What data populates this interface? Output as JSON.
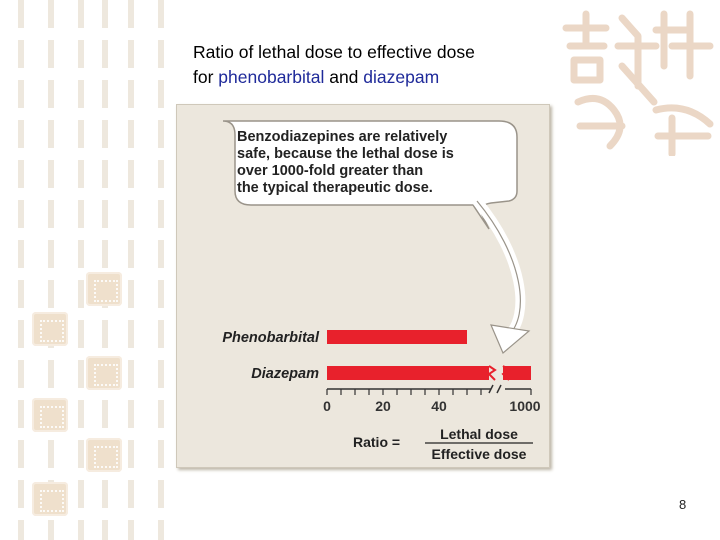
{
  "slide": {
    "title_line1": "Ratio of lethal dose to effective dose",
    "title_line2_prefix": "for ",
    "title_drug1": "phenobarbital",
    "title_and": " and ",
    "title_drug2": "diazepam",
    "slide_number": "8"
  },
  "callout": {
    "lines": [
      "Benzodiazepines are relatively",
      "safe, because the lethal dose is",
      "over 1000-fold greater than",
      "the typical therapeutic dose."
    ]
  },
  "colors": {
    "bar": "#e8212c",
    "title_highlight": "#1f2a9a",
    "panel": "#ece7dd"
  },
  "chart_data": {
    "type": "bar",
    "orientation": "horizontal",
    "categories": [
      "Phenobarbital",
      "Diazepam"
    ],
    "values": [
      50,
      1000
    ],
    "axis_break": [
      60,
      1000
    ],
    "xticks": [
      "0",
      "20",
      "40",
      "1000"
    ],
    "xtick_values": [
      0,
      20,
      40,
      1000
    ],
    "xlim": [
      0,
      1000
    ],
    "grid": false,
    "ratio_label": "Ratio =",
    "ratio_numerator": "Lethal dose",
    "ratio_denominator": "Effective dose"
  }
}
